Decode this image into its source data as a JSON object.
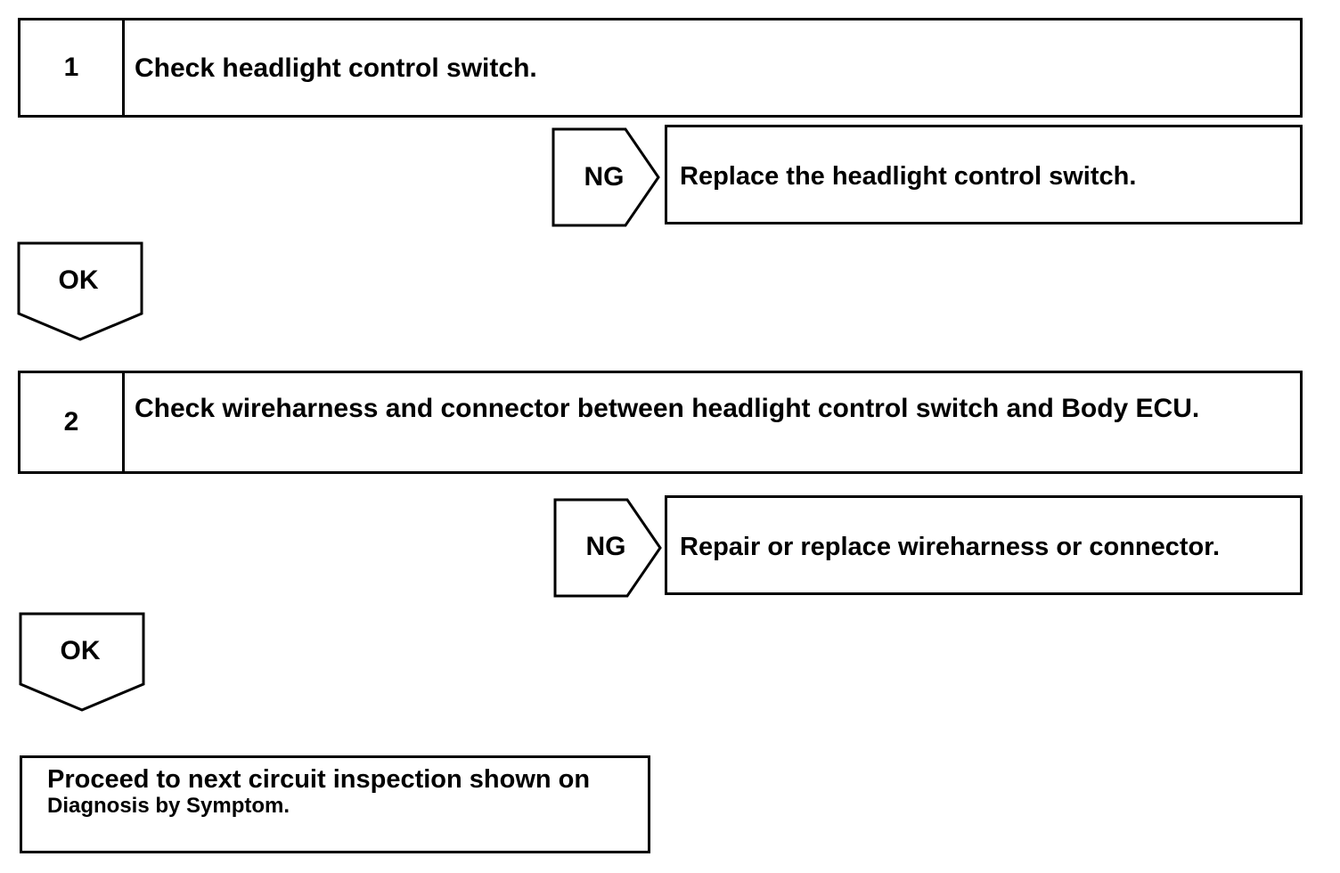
{
  "steps": [
    {
      "number": "1",
      "text": "Check headlight control switch.",
      "ng_label": "NG",
      "ng_action": "Replace the headlight control switch.",
      "ok_label": "OK"
    },
    {
      "number": "2",
      "text": "Check wireharness and connector between headlight control switch and Body ECU.",
      "ng_label": "NG",
      "ng_action": "Repair or replace wireharness or connector.",
      "ok_label": "OK"
    }
  ],
  "final": {
    "line1": "Proceed to next circuit inspection shown on",
    "line2": "Diagnosis by Symptom."
  }
}
